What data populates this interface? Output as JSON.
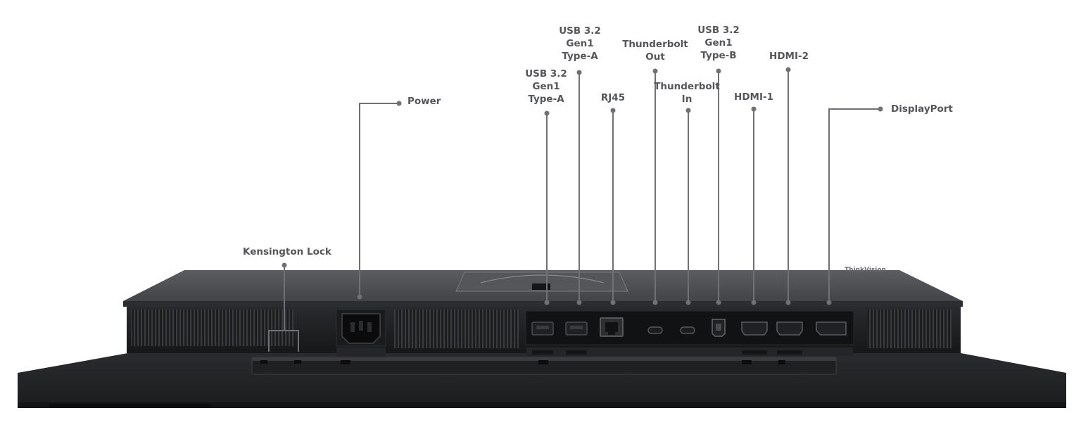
{
  "labels": {
    "kensington": "Kensington Lock",
    "power": "Power",
    "usb_a_1": [
      "USB 3.2",
      "Gen1",
      "Type-A"
    ],
    "usb_a_2": [
      "USB 3.2",
      "Gen1",
      "Type-A"
    ],
    "rj45": "RJ45",
    "tb_out": [
      "Thunderbolt",
      "Out"
    ],
    "tb_in": [
      "Thunderbolt",
      "In"
    ],
    "usb_b": [
      "USB 3.2",
      "Gen1",
      "Type-B"
    ],
    "hdmi1": "HDMI-1",
    "hdmi2": "HDMI-2",
    "displayport": "DisplayPort"
  },
  "brand_text": "ThinkVision",
  "colors": {
    "leader_line": "#6f7176",
    "label_text": "#55565a",
    "chassis_top": "#4a4b4e",
    "chassis_dark": "#1f2022",
    "port_panel": "#111214"
  }
}
